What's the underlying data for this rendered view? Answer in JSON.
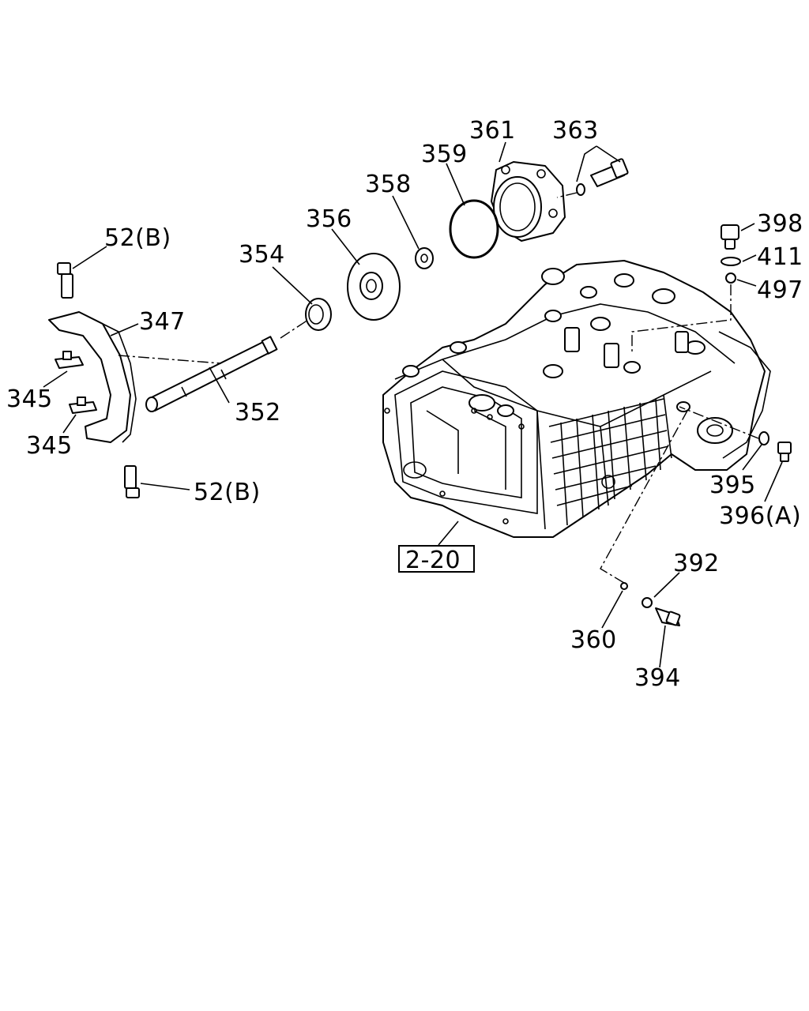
{
  "callouts": {
    "c361": "361",
    "c363": "363",
    "c359": "359",
    "c358": "358",
    "c356": "356",
    "c354": "354",
    "c52b_top": "52(B)",
    "c347": "347",
    "c345_a": "345",
    "c345_b": "345",
    "c352": "352",
    "c52b_bottom": "52(B)",
    "c398": "398",
    "c411": "411",
    "c497": "497",
    "c395": "395",
    "c396a": "396(A)",
    "c392": "392",
    "c360": "360",
    "c394": "394"
  },
  "reference_box": "2-20"
}
